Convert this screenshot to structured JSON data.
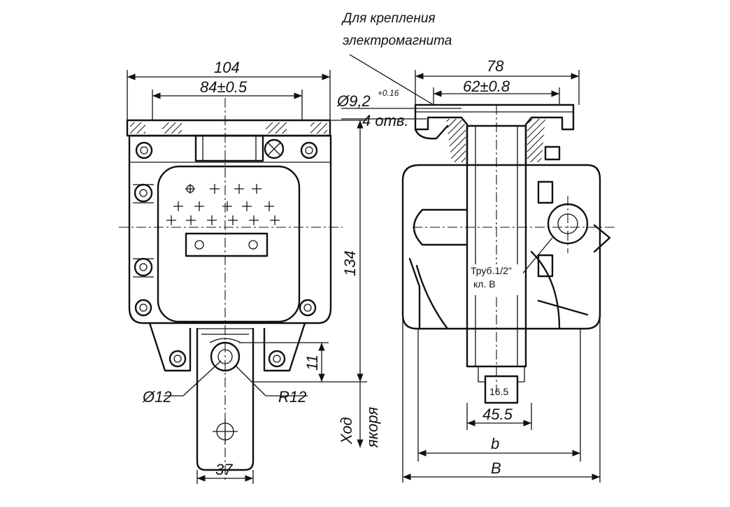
{
  "labels": {
    "mount_line1": "Для крепления",
    "mount_line2": "электромагнита",
    "hole_dia": "Ø9,2",
    "hole_tol": "+0.16",
    "hole_count": "4 отв.",
    "pipe_line1": "Труб.1/2\"",
    "pipe_line2": "кл. В",
    "stroke_line1": "Ход",
    "stroke_line2": "якоря"
  },
  "dimensions": {
    "front_width": "104",
    "front_hole_spacing": "84±0.5",
    "front_height": "134",
    "front_eye_dia": "Ø12",
    "front_eye_radius": "R12",
    "front_eye_offset": "11",
    "front_armature_width": "37",
    "side_width": "78",
    "side_hole_spacing": "62±0.8",
    "side_tab": "16.5",
    "side_armature": "45.5",
    "side_b": "b",
    "side_B": "B"
  }
}
